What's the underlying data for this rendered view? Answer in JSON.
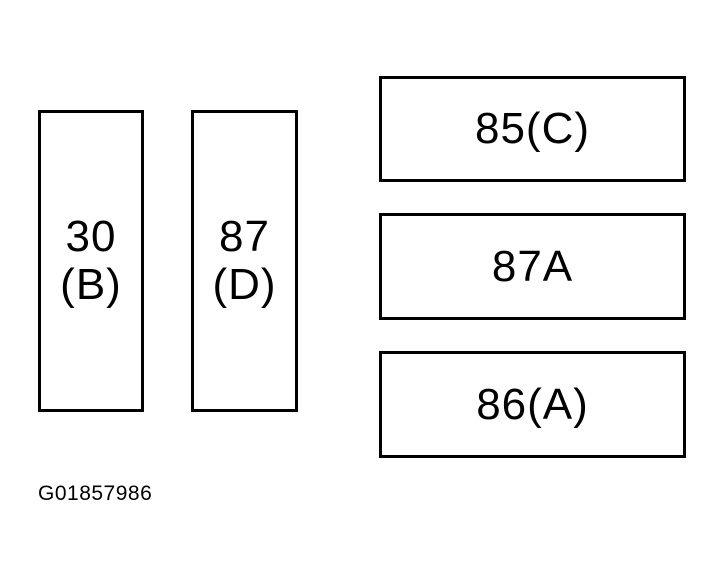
{
  "terminals": [
    {
      "id": "t30",
      "lines": [
        "30",
        "(B)"
      ]
    },
    {
      "id": "t87",
      "lines": [
        "87",
        "(D)"
      ]
    },
    {
      "id": "t85",
      "label": "85(C)"
    },
    {
      "id": "t87a",
      "label": "87A"
    },
    {
      "id": "t86",
      "label": "86(A)"
    }
  ],
  "reference_code": "G01857986"
}
